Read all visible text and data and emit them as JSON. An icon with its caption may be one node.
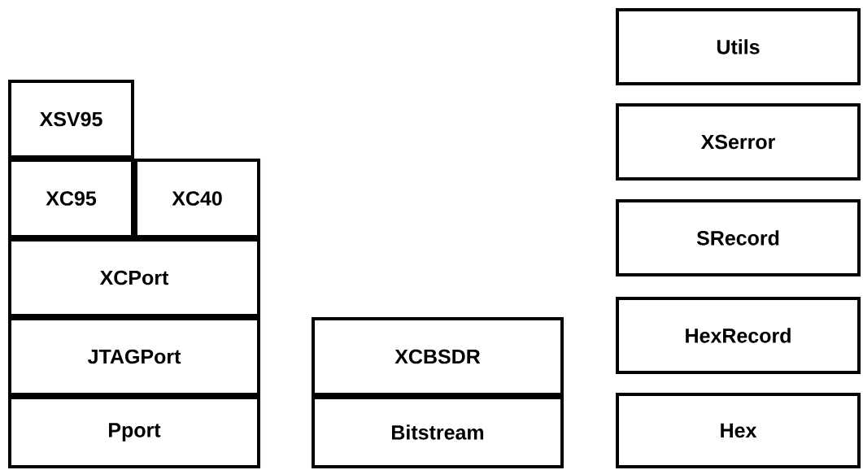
{
  "diagram": {
    "nodes": [
      {
        "text": [
          "XSV95"
        ]
      },
      {
        "text": [
          "XC95"
        ]
      },
      {
        "text": [
          "XC40"
        ]
      },
      {
        "text": [
          "XCPort"
        ]
      },
      {
        "text": [
          "JTAGPort"
        ]
      },
      {
        "text": [
          "Pport"
        ]
      },
      {
        "text": [
          "XCBSDR"
        ]
      },
      {
        "text": [
          "Bitstream"
        ]
      },
      {
        "text": [
          "Utils"
        ]
      },
      {
        "text": [
          "XSerror"
        ]
      },
      {
        "text": [
          "SRecord"
        ]
      },
      {
        "text": [
          "HexRecord"
        ]
      },
      {
        "text": [
          "Hex"
        ]
      }
    ]
  }
}
